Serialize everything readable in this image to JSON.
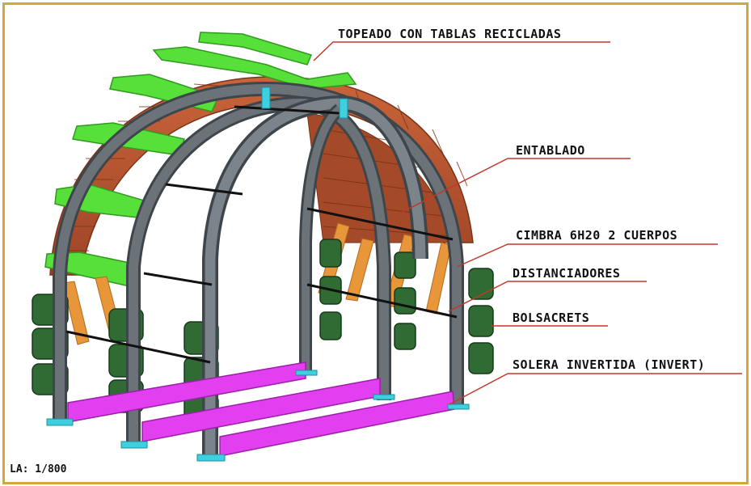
{
  "labels": {
    "topeado": "TOPEADO CON TABLAS RECICLADAS",
    "entablado": "ENTABLADO",
    "cimbra": "CIMBRA 6H20 2 CUERPOS",
    "distanciadores": "DISTANCIADORES",
    "bolsacrets": "BOLSACRETS",
    "solera": "SOLERA INVERTIDA (INVERT)"
  },
  "scale_text": "LA: 1/800",
  "colors": {
    "frame_border": "#d6a63c",
    "leader_line": "#c0392b",
    "boards": "#b5532e",
    "recycled_boards": "#57e03a",
    "arch_steel": "#5f676d",
    "spacers": "#e8963a",
    "bolsacrets": "#2f6b33",
    "invert": "#e23ff0",
    "base_plates": "#3fd0e0"
  }
}
